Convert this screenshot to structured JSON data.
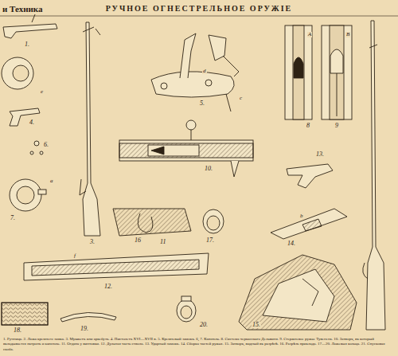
{
  "diagram": {
    "title": "РУЧНОЕ ОГНЕСТРЕЛЬНОЕ ОРУЖІЕ",
    "caption": "1. Ручница. 2. Ложа кремнего замка. 3. Мушкетъ или аркебузъ. 4. Пистолетъ XVI—XVII в. 5. Кремневый замокъ. 6, 7. Капсюль. 8. Система черкасскаго Дельвиня. 9. Стержневое ружье Тувенена. 10. Затворъ, въ который вкладывается патронъ и капсюль. 11. Отдача у винтовки. 12. Дульная часть ствола. 13. Ударный замокъ. 14. Сборка частей ружья. 15. Затворъ, видный въ разрѣзѣ. 16. Разрѣзъ приклада. 17—20. Ложевыя кольца. 21. Спусковая скоба.",
    "labels": [
      "и Техника",
      "1.",
      "6.",
      "4.",
      "7.",
      "3.",
      "5.",
      "10.",
      "8",
      "9",
      "13.",
      "16",
      "11",
      "17.",
      "14.",
      "12.",
      "18.",
      "19.",
      "20.",
      "15.",
      "a",
      "b",
      "c",
      "A",
      "B",
      "d",
      "e",
      "f"
    ]
  }
}
